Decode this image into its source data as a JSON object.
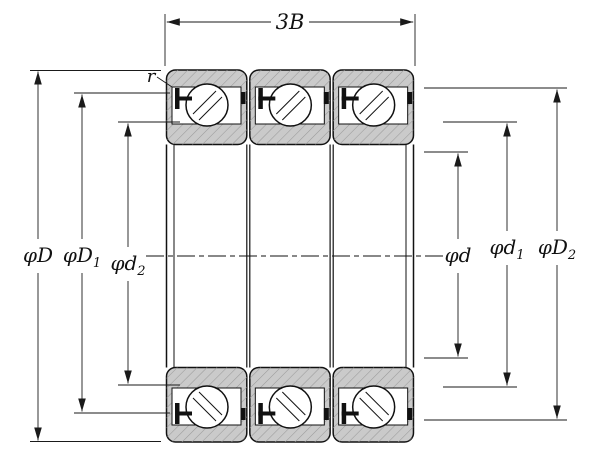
{
  "diagram": {
    "width_label": "3B",
    "radius_label": "r",
    "dims": {
      "D": {
        "base": "φD",
        "sub": ""
      },
      "D1": {
        "base": "φD",
        "sub": "1"
      },
      "d2": {
        "base": "φd",
        "sub": "2"
      },
      "d": {
        "base": "φd",
        "sub": ""
      },
      "d1": {
        "base": "φd",
        "sub": "1"
      },
      "D2": {
        "base": "φD",
        "sub": "2"
      }
    },
    "colors": {
      "ring_fill": "#cacaca",
      "hatch": "#9a9a9a",
      "line": "#1a1a1a",
      "background": "#ffffff"
    }
  }
}
